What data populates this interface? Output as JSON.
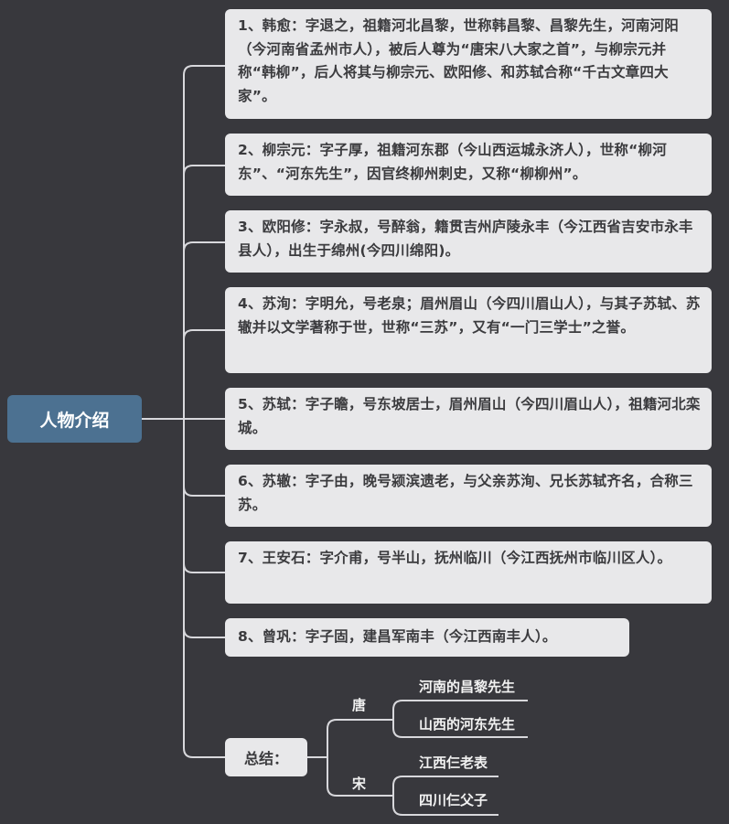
{
  "root": {
    "label": "人物介绍",
    "color": "#4c7191"
  },
  "nodes": [
    {
      "text": "1、韩愈：字退之，祖籍河北昌黎，世称韩昌黎、昌黎先生，河南河阳（今河南省孟州市人），被后人尊为“唐宋八大家之首”，与柳宗元并称“韩柳”，后人将其与柳宗元、欧阳修、和苏轼合称“千古文章四大家”。"
    },
    {
      "text": "2、柳宗元：字子厚，祖籍河东郡（今山西运城永济人），世称“柳河东”、“河东先生”，因官终柳州刺史，又称“柳柳州”。"
    },
    {
      "text": "3、欧阳修：字永叔，号醉翁，籍贯吉州庐陵永丰（今江西省吉安市永丰县人），出生于绵州(今四川绵阳)。"
    },
    {
      "text": "4、苏洵：字明允，号老泉；眉州眉山（今四川眉山人），与其子苏轼、苏辙并以文学著称于世，世称“三苏”，又有“一门三学士”之誉。"
    },
    {
      "text": "5、苏轼：字子瞻，号东坡居士，眉州眉山（今四川眉山人），祖籍河北栾城。"
    },
    {
      "text": "6、苏辙：字子由，晚号颍滨遗老，与父亲苏洵、兄长苏轼齐名，合称三苏。"
    },
    {
      "text": "7、王安石：字介甫，号半山，抚州临川（今江西抚州市临川区人）。"
    },
    {
      "text": "8、曾巩：字子固，建昌军南丰（今江西南丰人）。"
    }
  ],
  "summary": {
    "label": "总结：",
    "branches": [
      {
        "label": "唐",
        "children": [
          "河南的昌黎先生",
          "山西的河东先生"
        ]
      },
      {
        "label": "宋",
        "children": [
          "江西仨老表",
          "四川仨父子"
        ]
      }
    ]
  },
  "colors": {
    "background": "#38383d",
    "node_bg": "#e8e8ea",
    "node_text": "#3b3b3e",
    "line": "#d8d8dc"
  }
}
